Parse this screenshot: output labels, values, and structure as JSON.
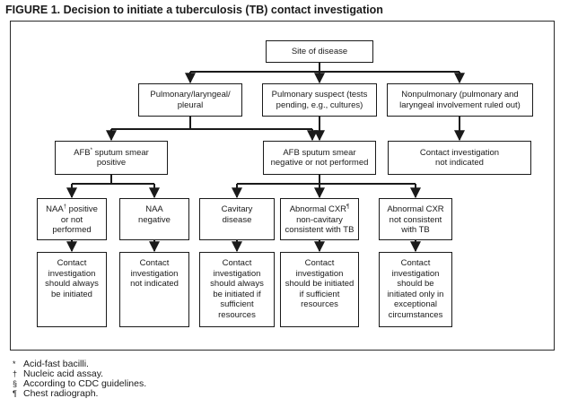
{
  "figure": {
    "title": "FIGURE 1. Decision to initiate a tuberculosis (TB) contact investigation"
  },
  "nodes": {
    "site": "Site of disease",
    "pulm_laryngeal": "Pulmonary/laryngeal/\npleural",
    "pulm_suspect": "Pulmonary suspect (tests\npending, e.g., cultures)",
    "nonpulmonary": "Nonpulmonary (pulmonary and\nlaryngeal involvement ruled out)",
    "afb_positive_pre": "AFB",
    "afb_positive_mark": "*",
    "afb_positive_post": " sputum smear\npositive",
    "afb_negative": "AFB sputum smear\nnegative or not performed",
    "nonpulm_result": "Contact investigation\nnot indicated",
    "naa_positive_pre": "NAA",
    "naa_positive_mark": "†",
    "naa_positive_post": " positive\nor not\nperformed",
    "naa_negative": "NAA\nnegative",
    "cavitary": "Cavitary\ndisease",
    "cxr_consistent_pre": "Abnormal CXR",
    "cxr_consistent_mark": "¶",
    "cxr_consistent_post": "\nnon-cavitary\nconsistent with TB",
    "cxr_not_consistent": "Abnormal CXR\nnot consistent\nwith TB",
    "res_always": "Contact\ninvestigation\nshould always\nbe initiated",
    "res_not_indicated": "Contact\ninvestigation\nnot indicated",
    "res_cavitary": "Contact\ninvestigation\nshould always\nbe initiated if\nsufficient\nresources",
    "res_cxr_consistent": "Contact\ninvestigation\nshould be initiated\nif sufficient\nresources",
    "res_exceptional": "Contact\ninvestigation\nshould be\ninitiated only in\nexceptional\ncircumstances"
  },
  "footnotes": [
    {
      "mark": "*",
      "text": "Acid-fast bacilli."
    },
    {
      "mark": "†",
      "text": "Nucleic acid assay."
    },
    {
      "mark": "§",
      "text": "According to CDC guidelines."
    },
    {
      "mark": "¶",
      "text": "Chest radiograph."
    }
  ]
}
